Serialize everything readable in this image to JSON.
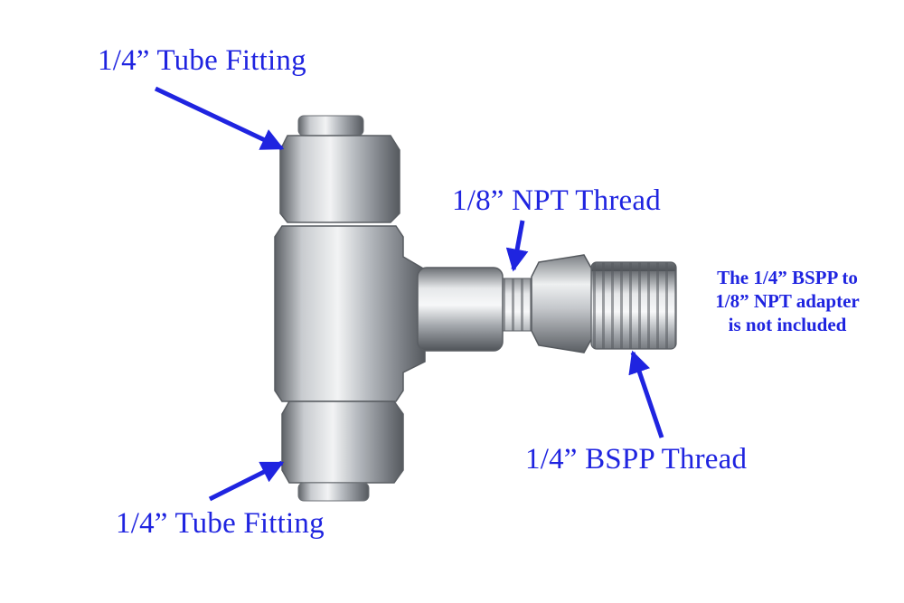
{
  "colors": {
    "annotation": "#1f24e0",
    "metal_light": "#eceef0",
    "metal_mid": "#a9adb2",
    "metal_dark": "#4e5257",
    "background": "#ffffff"
  },
  "labels": {
    "top_fitting": "1/4” Tube Fitting",
    "npt_thread": "1/8” NPT Thread",
    "bspp_thread": "1/4” BSPP Thread",
    "bottom_fitting": "1/4” Tube Fitting"
  },
  "note": {
    "line1": "The 1/4” BSPP to",
    "line2": "1/8” NPT adapter",
    "line3": "is not included"
  }
}
